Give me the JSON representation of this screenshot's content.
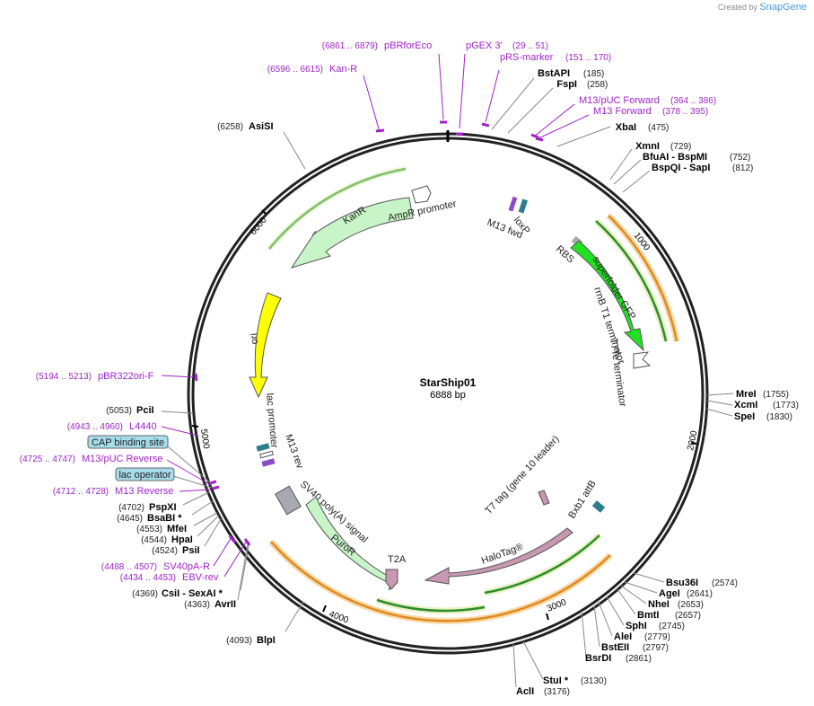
{
  "credit": {
    "prefix": "Created by",
    "brand": "SnapGene"
  },
  "plasmid": {
    "name": "StarShip01",
    "size": "6888 bp"
  },
  "ticks": [
    {
      "label": "1000",
      "pos": 1000
    },
    {
      "label": "2000",
      "pos": 2000
    },
    {
      "label": "3000",
      "pos": 3000
    },
    {
      "label": "4000",
      "pos": 4000
    },
    {
      "label": "5000",
      "pos": 5000
    },
    {
      "label": "6000",
      "pos": 6000
    }
  ],
  "sites": [
    {
      "name": "BstAPI",
      "pos": "(185)"
    },
    {
      "name": "FspI",
      "pos": "(258)"
    },
    {
      "name": "XbaI",
      "pos": "(475)"
    },
    {
      "name": "XmnI",
      "pos": "(729)"
    },
    {
      "name": "BfuAI  - BspMI",
      "pos": "(752)"
    },
    {
      "name": "BspQI  - SapI",
      "pos": "(812)"
    },
    {
      "name": "MreI",
      "pos": "(1755)"
    },
    {
      "name": "XcmI",
      "pos": "(1773)"
    },
    {
      "name": "SpeI",
      "pos": "(1830)"
    },
    {
      "name": "Bsu36I",
      "pos": "(2574)"
    },
    {
      "name": "AgeI",
      "pos": "(2641)"
    },
    {
      "name": "NheI",
      "pos": "(2653)"
    },
    {
      "name": "BmtI",
      "pos": "(2657)"
    },
    {
      "name": "SphI",
      "pos": "(2745)"
    },
    {
      "name": "AleI",
      "pos": "(2779)"
    },
    {
      "name": "BstEII",
      "pos": "(2797)"
    },
    {
      "name": "BsrDI",
      "pos": "(2861)"
    },
    {
      "name": "StuI *",
      "pos": "(3130)"
    },
    {
      "name": "AclI",
      "pos": "(3176)"
    },
    {
      "name": "BlpI",
      "pos": "(4093)"
    },
    {
      "name": "CsiI  - SexAI *",
      "pos": "(4369)"
    },
    {
      "name": "AvrII",
      "pos": "(4363)"
    },
    {
      "name": "PsiI",
      "pos": "(4524)"
    },
    {
      "name": "HpaI",
      "pos": "(4544)"
    },
    {
      "name": "MfeI",
      "pos": "(4553)"
    },
    {
      "name": "BsaBI *",
      "pos": "(4645)"
    },
    {
      "name": "PspXI",
      "pos": "(4702)"
    },
    {
      "name": "PciI",
      "pos": "(5053)"
    },
    {
      "name": "AsiSI",
      "pos": "(6258)"
    }
  ],
  "primers": [
    {
      "name": "pBRforEco",
      "pos": "(6861 .. 6879)"
    },
    {
      "name": "pGEX 3'",
      "pos": "(29 .. 51)"
    },
    {
      "name": "pRS-marker",
      "pos": "(151 .. 170)"
    },
    {
      "name": "Kan-R",
      "pos": "(6596 .. 6615)"
    },
    {
      "name": "M13/pUC Forward",
      "pos": "(364 .. 386)"
    },
    {
      "name": "M13 Forward",
      "pos": "(378 .. 395)"
    },
    {
      "name": "pBR322ori-F",
      "pos": "(5194 .. 5213)"
    },
    {
      "name": "L4440",
      "pos": "(4943 .. 4960)"
    },
    {
      "name": "M13/pUC Reverse",
      "pos": "(4725 .. 4747)"
    },
    {
      "name": "M13 Reverse",
      "pos": "(4712 .. 4728)"
    },
    {
      "name": "SV40pA-R",
      "pos": "(4488 .. 4507)"
    },
    {
      "name": "EBV-rev",
      "pos": "(4434 .. 4453)"
    }
  ],
  "boxed_features": [
    "CAP binding site",
    "lac operator"
  ],
  "features": {
    "kanr": "KanR",
    "ampr_promoter": "AmpR promoter",
    "loxp": "loxP",
    "m13_fwd": "M13 fwd",
    "rbs": "RBS",
    "sfgfp": "superfolder GFP",
    "rrnb": "rrnB T1 terminator",
    "t7te": "T7Te terminator",
    "ori": "ori",
    "lac_promoter": "lac promoter",
    "m13_rev": "M13 rev",
    "sv40": "SV40 poly(A) signal",
    "puror": "PuroR",
    "t2a": "T2A",
    "halotag": "HaloTag®",
    "t7tag": "T7 tag (gene 10 leader)",
    "bxb1": "Bxb1 attB"
  },
  "colors": {
    "backbone": "#222222",
    "primer": "#a024c8",
    "kanr": "#c8f5c8",
    "sfgfp": "#22e022",
    "ori": "#ffff00",
    "halotag": "#c897b2",
    "puror": "#c8f5c8",
    "orf_orange": "#f0a040",
    "orf_green": "#2e8b2e",
    "boxed": "#a6dcea"
  }
}
